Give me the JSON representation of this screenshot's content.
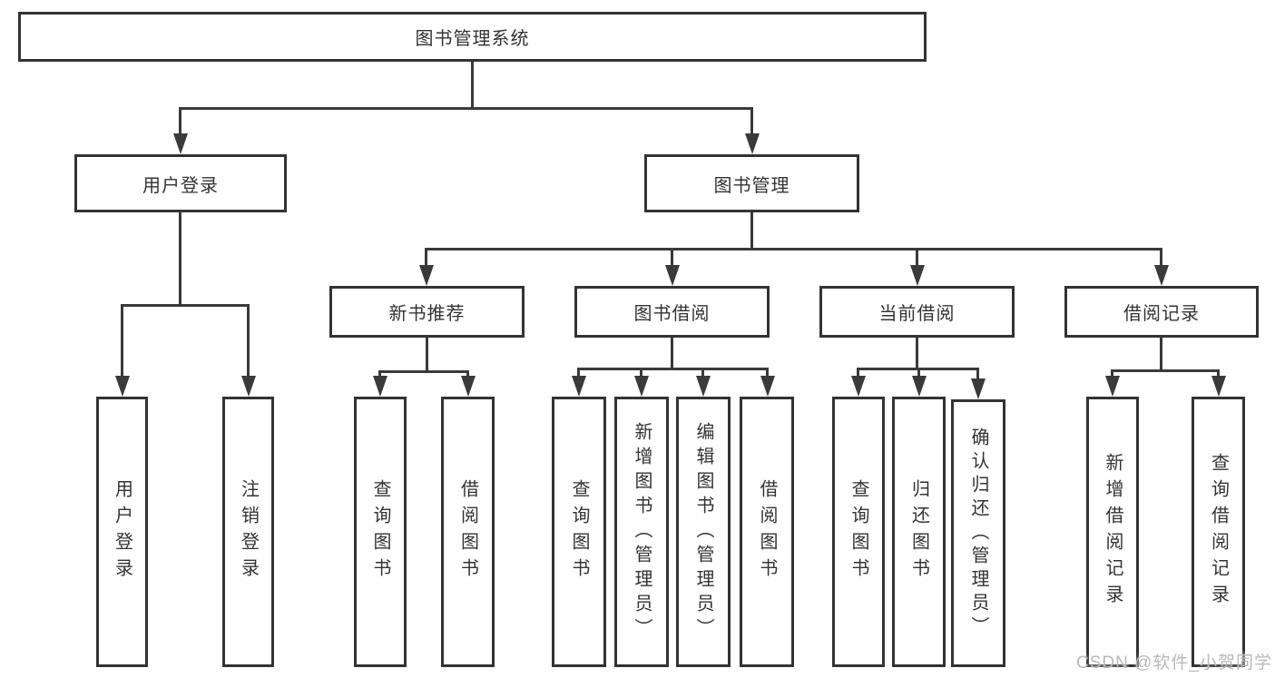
{
  "diagram": {
    "title": "图书管理系统",
    "root": {
      "label": "图书管理系统"
    },
    "level2": [
      {
        "label": "用户登录"
      },
      {
        "label": "图书管理"
      }
    ],
    "level3": [
      {
        "label": "新书推荐"
      },
      {
        "label": "图书借阅"
      },
      {
        "label": "当前借阅"
      },
      {
        "label": "借阅记录"
      }
    ],
    "leaves": {
      "user_login": [
        "用户登录",
        "注销登录"
      ],
      "new_books": [
        "查询图书",
        "借阅图书"
      ],
      "book_borrow": [
        "查询图书",
        "新增图书（管理员）",
        "编辑图书（管理员）",
        "借阅图书"
      ],
      "current_borrow": [
        "查询图书",
        "归还图书",
        "确认归还（管理员）"
      ],
      "borrow_records": [
        "新增借阅记录",
        "查询借阅记录"
      ]
    }
  },
  "watermark": {
    "text": "CSDN @软件_小贺同学"
  },
  "colors": {
    "line": "#3a3a3a",
    "border": "#333333",
    "text": "#333333",
    "watermark": "#b9b9b9",
    "background": "#ffffff"
  }
}
